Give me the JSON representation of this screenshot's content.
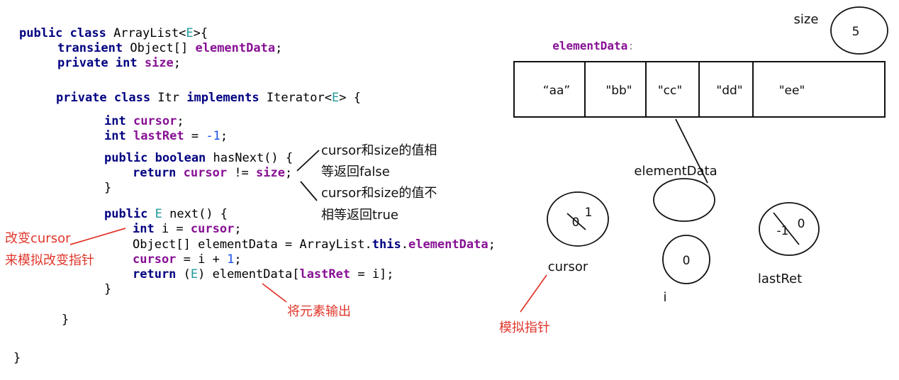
{
  "colors": {
    "keyword": "#000080",
    "field": "#871094",
    "type_param": "#20999d",
    "number": "#1750eb",
    "annotation": "#e0362b",
    "ink": "#111111"
  },
  "code": {
    "lines": [
      [
        {
          "t": "public class",
          "k": "kw"
        },
        {
          "t": " ArrayList<",
          "k": "plain"
        },
        {
          "t": "E",
          "k": "type"
        },
        {
          "t": ">{",
          "k": "plain"
        }
      ],
      [
        {
          "t": "transient",
          "k": "kw"
        },
        {
          "t": " Object[] ",
          "k": "plain"
        },
        {
          "t": "elementData",
          "k": "field"
        },
        {
          "t": ";",
          "k": "plain"
        }
      ],
      [
        {
          "t": "private int ",
          "k": "kw"
        },
        {
          "t": "size",
          "k": "field"
        },
        {
          "t": ";",
          "k": "plain"
        }
      ],
      [
        {
          "t": "private class",
          "k": "kw"
        },
        {
          "t": " Itr ",
          "k": "plain"
        },
        {
          "t": "implements",
          "k": "kw"
        },
        {
          "t": " Iterator<",
          "k": "plain"
        },
        {
          "t": "E",
          "k": "type"
        },
        {
          "t": "> {",
          "k": "plain"
        }
      ],
      [
        {
          "t": "int ",
          "k": "kw"
        },
        {
          "t": "cursor",
          "k": "field"
        },
        {
          "t": ";",
          "k": "plain"
        }
      ],
      [
        {
          "t": "int ",
          "k": "kw"
        },
        {
          "t": "lastRet",
          "k": "field"
        },
        {
          "t": " = ",
          "k": "plain"
        },
        {
          "t": "-1",
          "k": "num"
        },
        {
          "t": ";",
          "k": "plain"
        }
      ],
      [
        {
          "t": "public boolean",
          "k": "kw"
        },
        {
          "t": " hasNext() {",
          "k": "plain"
        }
      ],
      [
        {
          "t": "return ",
          "k": "kw"
        },
        {
          "t": "cursor",
          "k": "field"
        },
        {
          "t": " != ",
          "k": "plain"
        },
        {
          "t": "size",
          "k": "field"
        },
        {
          "t": ";",
          "k": "plain"
        }
      ],
      [
        {
          "t": "}",
          "k": "plain"
        }
      ],
      [
        {
          "t": "public ",
          "k": "kw"
        },
        {
          "t": "E",
          "k": "type"
        },
        {
          "t": " next() {",
          "k": "plain"
        }
      ],
      [
        {
          "t": "int",
          "k": "kw"
        },
        {
          "t": " i = ",
          "k": "plain"
        },
        {
          "t": "cursor",
          "k": "field"
        },
        {
          "t": ";",
          "k": "plain"
        }
      ],
      [
        {
          "t": "Object[] elementData = ArrayList.",
          "k": "plain"
        },
        {
          "t": "this",
          "k": "kw"
        },
        {
          "t": ".",
          "k": "plain"
        },
        {
          "t": "elementData",
          "k": "field"
        },
        {
          "t": ";",
          "k": "plain"
        }
      ],
      [
        {
          "t": "cursor",
          "k": "field"
        },
        {
          "t": " = i + ",
          "k": "plain"
        },
        {
          "t": "1",
          "k": "num"
        },
        {
          "t": ";",
          "k": "plain"
        }
      ],
      [
        {
          "t": "return",
          "k": "kw"
        },
        {
          "t": " (",
          "k": "plain"
        },
        {
          "t": "E",
          "k": "type"
        },
        {
          "t": ") elementData[",
          "k": "plain"
        },
        {
          "t": "lastRet",
          "k": "field"
        },
        {
          "t": " = i];",
          "k": "plain"
        }
      ],
      [
        {
          "t": "}",
          "k": "plain"
        }
      ],
      [
        {
          "t": "}",
          "k": "plain"
        }
      ],
      [
        {
          "t": "}",
          "k": "plain"
        }
      ]
    ]
  },
  "notes": {
    "hasnext_equal": [
      "cursor和size的值相",
      "等返回false"
    ],
    "hasnext_not_equal": [
      "cursor和size的值不",
      "相等返回true"
    ],
    "change_cursor": [
      "改变cursor",
      "来模拟改变指针"
    ],
    "output_element": "将元素输出",
    "simulate_pointer": "模拟指针"
  },
  "diagram": {
    "array_label": "elementData",
    "array_label_suffix": ":",
    "size_label": "size",
    "size_value": "5",
    "cells": [
      "“aa”",
      "\"bb\"",
      "\"cc\"",
      "\"dd\"",
      "\"ee\""
    ],
    "iter_array_label": "elementData",
    "cursor": {
      "label": "cursor",
      "old_value": "0",
      "new_value": "1"
    },
    "i": {
      "label": "i",
      "value": "0"
    },
    "lastRet": {
      "label": "lastRet",
      "old_value": "-1",
      "new_value": "0"
    }
  }
}
